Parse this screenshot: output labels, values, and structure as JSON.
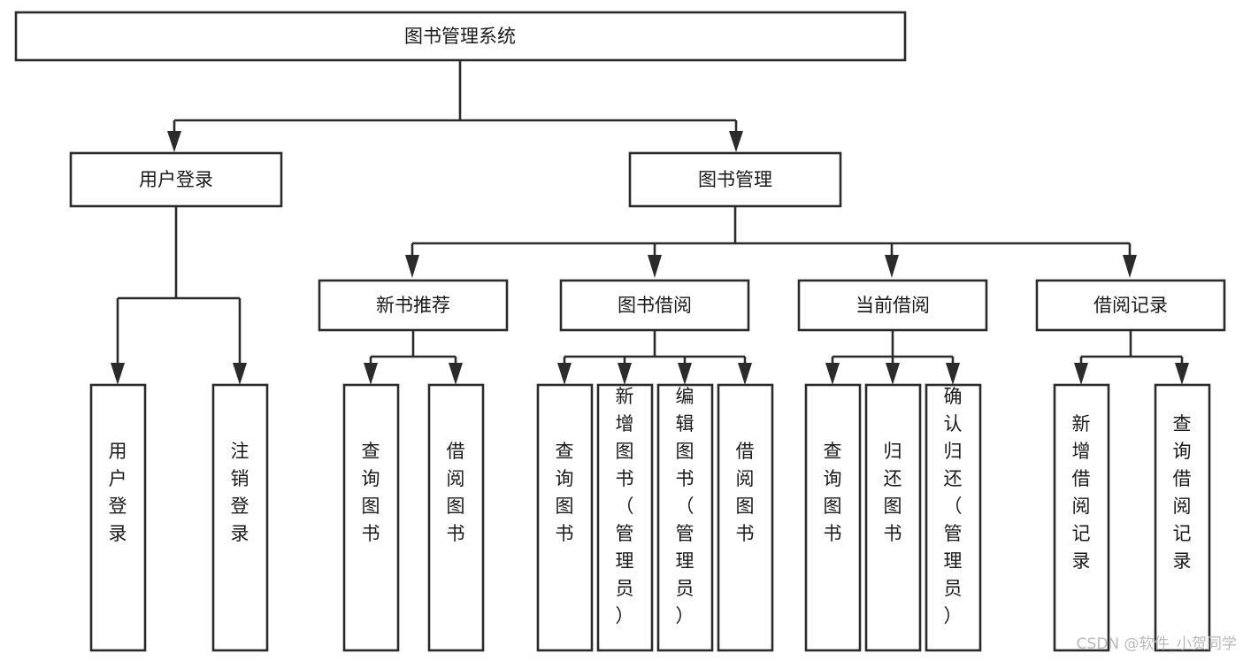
{
  "diagram": {
    "type": "tree",
    "title": "图书管理系统",
    "orientation": "top-down",
    "background_color": "#ffffff",
    "stroke_color": "#2b2b2b",
    "text_color": "#1a1a1a",
    "levels": 4
  },
  "root": {
    "label": "图书管理系统"
  },
  "level2": {
    "user_login": {
      "label": "用户登录"
    },
    "book_manage": {
      "label": "图书管理"
    }
  },
  "level3": {
    "new_book_rec": {
      "label": "新书推荐"
    },
    "book_borrow": {
      "label": "图书借阅"
    },
    "current_borrow": {
      "label": "当前借阅"
    },
    "borrow_record": {
      "label": "借阅记录"
    }
  },
  "leaves": {
    "user_login_children": [
      {
        "label": "用户登录"
      },
      {
        "label": "注销登录"
      }
    ],
    "new_book_rec_children": [
      {
        "label": "查询图书"
      },
      {
        "label": "借阅图书"
      }
    ],
    "book_borrow_children": [
      {
        "label": "查询图书"
      },
      {
        "label": "新增图书（管理员）"
      },
      {
        "label": "编辑图书（管理员）"
      },
      {
        "label": "借阅图书"
      }
    ],
    "current_borrow_children": [
      {
        "label": "查询图书"
      },
      {
        "label": "归还图书"
      },
      {
        "label": "确认归还（管理员）"
      }
    ],
    "borrow_record_children": [
      {
        "label": "新增借阅记录"
      },
      {
        "label": "查询借阅记录"
      }
    ]
  },
  "watermark": {
    "label": "CSDN @软件_小贺同学",
    "color": "#b9b9b9"
  }
}
